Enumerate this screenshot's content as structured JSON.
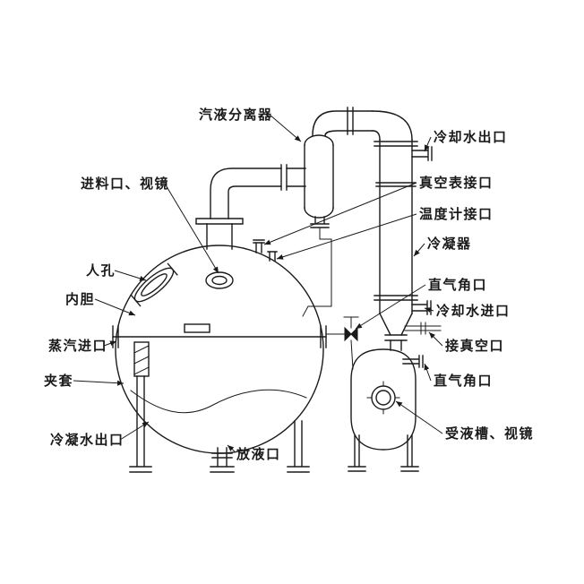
{
  "figure": {
    "kind": "equipment-line-diagram",
    "colors": {
      "line": "#1a1a1a",
      "bg": "#ffffff"
    },
    "labels": [
      {
        "text": "汽液分离器"
      },
      {
        "text": "冷却水出口"
      },
      {
        "text": "进料口、视镜"
      },
      {
        "text": "真空表接口"
      },
      {
        "text": "温度计接口"
      },
      {
        "text": "冷凝器"
      },
      {
        "text": "人孔"
      },
      {
        "text": "直气角口"
      },
      {
        "text": "内胆"
      },
      {
        "text": "冷却水进口"
      },
      {
        "text": "蒸汽进口"
      },
      {
        "text": "接真空口"
      },
      {
        "text": "夹套"
      },
      {
        "text": "直气角口"
      },
      {
        "text": "冷凝水出口"
      },
      {
        "text": "放液口"
      },
      {
        "text": "受液槽、视镜"
      }
    ]
  }
}
